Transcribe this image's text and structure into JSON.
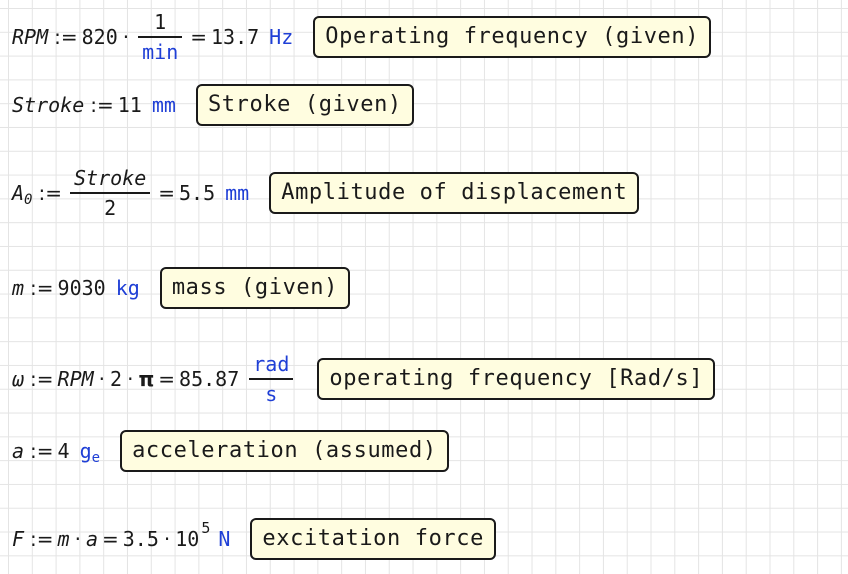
{
  "rows": {
    "rpm": {
      "var": "RPM",
      "assign": ":=",
      "num": "820",
      "dot": "·",
      "frac_num": "1",
      "frac_den": "min",
      "eq": "=",
      "result": "13.7",
      "unit": "Hz",
      "note": "Operating frequency (given)"
    },
    "stroke": {
      "var": "Stroke",
      "assign": ":=",
      "num": "11",
      "unit": "mm",
      "note": "Stroke (given)"
    },
    "amplitude": {
      "var": "A",
      "sub": "0",
      "assign": ":=",
      "frac_num": "Stroke",
      "frac_den": "2",
      "eq": "=",
      "result": "5.5",
      "unit": "mm",
      "note": "Amplitude of displacement"
    },
    "mass": {
      "var": "m",
      "assign": ":=",
      "num": "9030",
      "unit": "kg",
      "note": "mass (given)"
    },
    "omega": {
      "var": "ω",
      "assign": ":=",
      "rhs_var": "RPM",
      "dot1": "·",
      "two": "2",
      "dot2": "·",
      "pi": "π",
      "eq": "=",
      "result": "85.87",
      "frac_num": "rad",
      "frac_den": "s",
      "note": "operating frequency [Rad/s]"
    },
    "accel": {
      "var": "a",
      "assign": ":=",
      "num": "4",
      "unit": "g",
      "unit_sub": "e",
      "note": "acceleration (assumed)"
    },
    "force": {
      "var": "F",
      "assign": ":=",
      "rhs_m": "m",
      "dot1": "·",
      "rhs_a": "a",
      "eq": "=",
      "mantissa": "3.5",
      "dot2": "·",
      "base": "10",
      "exp": "5",
      "unit": "N",
      "note": "excitation force"
    }
  }
}
